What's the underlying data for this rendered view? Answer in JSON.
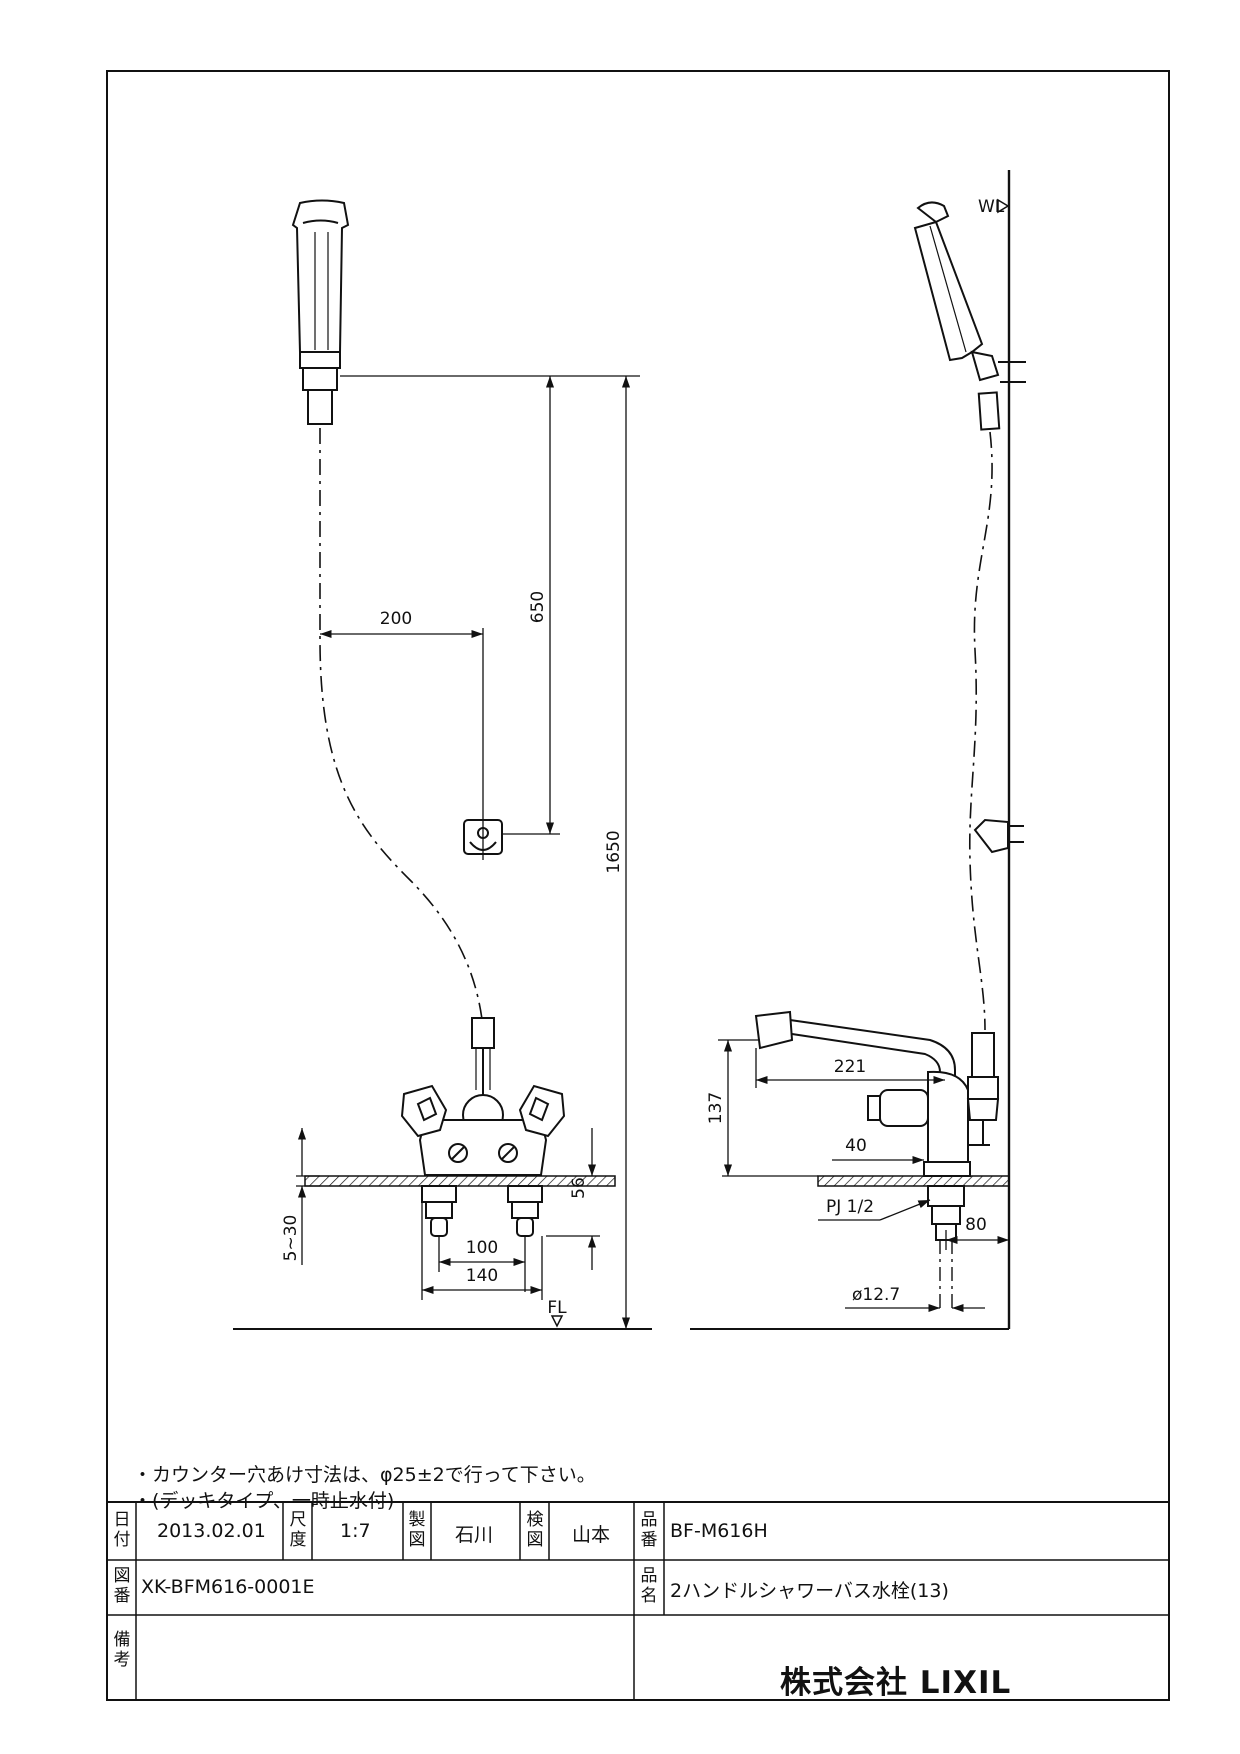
{
  "drawing": {
    "dimensions": {
      "hose_offset": "200",
      "head_to_holder": "650",
      "total_height": "1650",
      "counter_thickness": "5~30",
      "below_counter": "56",
      "inlet_pitch": "100",
      "overall_width": "140",
      "spout_projection": "221",
      "spout_height": "137",
      "body_offset": "40",
      "pipe_thread": "PJ 1/2",
      "wall_offset": "80",
      "pipe_diameter": "ø12.7"
    },
    "markers": {
      "floor_level": "FL",
      "water_level": "WL"
    }
  },
  "notes": [
    "・カウンター穴あけ寸法は、φ25±2で行って下さい。",
    "・(デッキタイプ、一時止水付)"
  ],
  "title_block": {
    "date_label": [
      "日",
      "付"
    ],
    "date": "2013.02.01",
    "scale_label": [
      "尺",
      "度"
    ],
    "scale": "1:7",
    "drawn_label": [
      "製",
      "図"
    ],
    "drawn_by": "石川",
    "checked_label": [
      "検",
      "図"
    ],
    "checked_by": "山本",
    "product_no_label": [
      "品",
      "番"
    ],
    "product_no": "BF-M616H",
    "drawing_no_label": [
      "図",
      "番"
    ],
    "drawing_no": "XK-BFM616-0001E",
    "product_name_label": [
      "品",
      "名"
    ],
    "product_name": "2ハンドルシャワーバス水栓(13)",
    "remarks_label": [
      "備",
      "考"
    ],
    "company": "株式会社 LIXIL"
  }
}
